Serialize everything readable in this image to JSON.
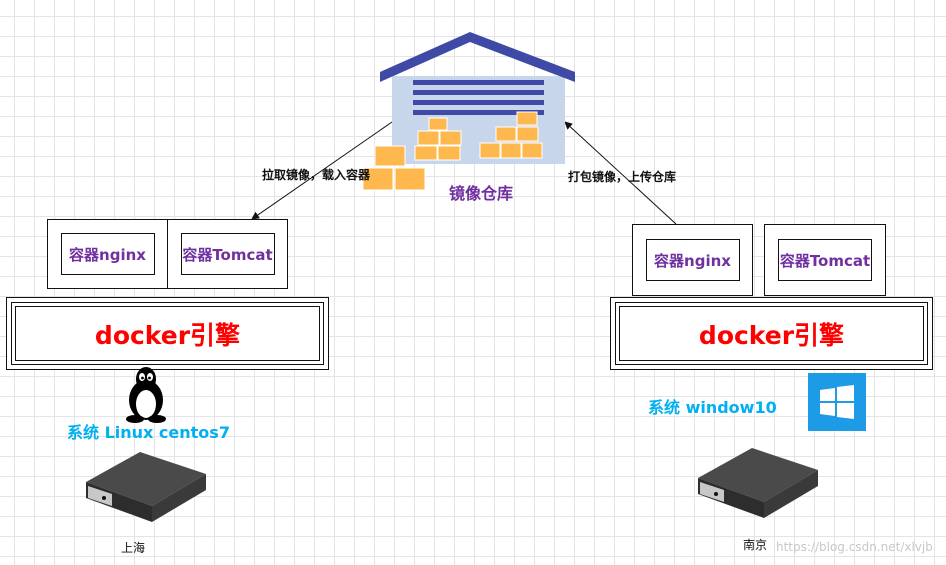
{
  "warehouse": {
    "title": "镜像仓库"
  },
  "arrows": {
    "pull_label": "拉取镜像，载入容器",
    "push_label": "打包镜像，上传仓库"
  },
  "left_host": {
    "containers": [
      "容器nginx",
      "容器Tomcat"
    ],
    "engine": "docker引擎",
    "system": "系统 Linux   centos7",
    "city": "上海",
    "os_icon": "linux-tux-icon"
  },
  "right_host": {
    "containers": [
      "容器nginx",
      "容器Tomcat"
    ],
    "engine": "docker引擎",
    "system": "系统 window10",
    "city": "南京",
    "os_icon": "windows-logo-icon"
  },
  "watermark": "https://blog.csdn.net/xlvjb",
  "colors": {
    "container_text": "#7030a0",
    "engine_text": "#ff0000",
    "system_text": "#00b0f0",
    "roof": "#3f4aa6",
    "boxes": "#ffb84d",
    "windows_tile": "#1e9be6"
  }
}
